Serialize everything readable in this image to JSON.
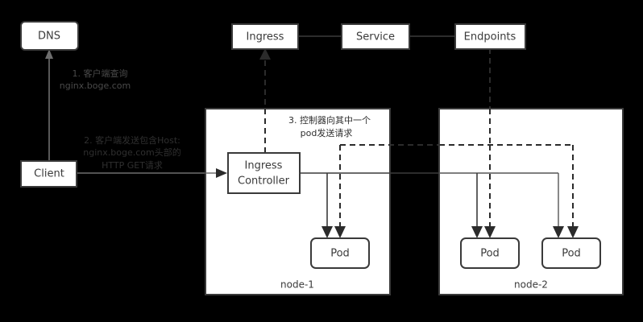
{
  "diagram": {
    "title": "Kubernetes Ingress request flow",
    "background": "#000000",
    "box_fill": "#ffffff",
    "box_stroke": "#3a3a3a",
    "annotation_color": "#4a4a4a",
    "boxes": {
      "dns": "DNS",
      "client": "Client",
      "ingress": "Ingress",
      "service": "Service",
      "endpoints": "Endpoints",
      "ingress_controller_line1": "Ingress",
      "ingress_controller_line2": "Controller",
      "pod_node1": "Pod",
      "pod_node2_left": "Pod",
      "pod_node2_right": "Pod"
    },
    "node_labels": {
      "node1": "node-1",
      "node2": "node-2"
    },
    "annotations": {
      "step1_line1": "1. 客户端查询",
      "step1_line2": "nginx.boge.com",
      "step2_line1": "2. 客户端发送包含Host:",
      "step2_line2": "nginx.boge.com头部的",
      "step2_line3": "HTTP GET请求",
      "step3_line1": "3. 控制器向其中一个",
      "step3_line2": "pod发送请求"
    }
  }
}
